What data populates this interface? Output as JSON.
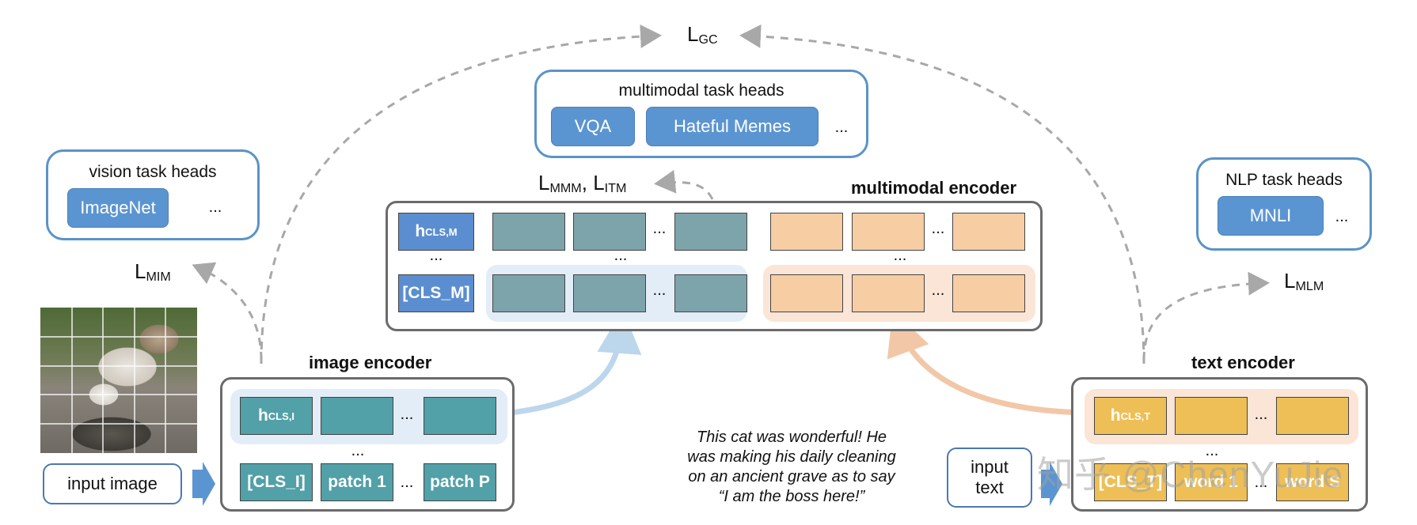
{
  "losses": {
    "gc_main": "L",
    "gc_sub": "GC",
    "mim_main": "L",
    "mim_sub": "MIM",
    "mlm_main": "L",
    "mlm_sub": "MLM",
    "mmm_main": "L",
    "mmm_sub": "MMM",
    "mmm_sep": ", ",
    "itm_main": "L",
    "itm_sub": "ITM"
  },
  "multimodal_heads": {
    "title": "multimodal task heads",
    "buttons": [
      "VQA",
      "Hateful Memes"
    ],
    "more": "..."
  },
  "vision_heads": {
    "title": "vision task heads",
    "buttons": [
      "ImageNet"
    ],
    "more": "..."
  },
  "nlp_heads": {
    "title": "NLP task heads",
    "buttons": [
      "MNLI"
    ],
    "more": "..."
  },
  "multimodal_encoder": {
    "title": "multimodal encoder",
    "h_main": "h",
    "h_sub": "CLS,M",
    "cls": "[CLS_M]",
    "dots": "..."
  },
  "image_encoder": {
    "title": "image encoder",
    "h_main": "h",
    "h_sub": "CLS,I",
    "tokens": [
      "[CLS_I]",
      "patch 1",
      "patch P"
    ],
    "dots": "..."
  },
  "text_encoder": {
    "title": "text encoder",
    "h_main": "h",
    "h_sub": "CLS,T",
    "tokens": [
      "[CLS_T]",
      "word 1",
      "word S"
    ],
    "dots": "..."
  },
  "inputs": {
    "image_label": "input image",
    "text_label_1": "input",
    "text_label_2": "text"
  },
  "caption": {
    "lines": [
      "This cat was wonderful! He",
      "was making his daily cleaning",
      "on an ancient grave as to say",
      "“I am the boss here!”"
    ]
  },
  "watermark": "知乎 @ChenYuJie",
  "colors": {
    "panel_border": "#5b93c7",
    "button": "#5b95d1",
    "teal": "#52a0a8",
    "gray_teal": "#7da4ab",
    "peach": "#f7cda4",
    "yellow": "#eebf56",
    "blue_arrow": "#bcd6ec",
    "orange_arrow": "#f2c7a8"
  }
}
